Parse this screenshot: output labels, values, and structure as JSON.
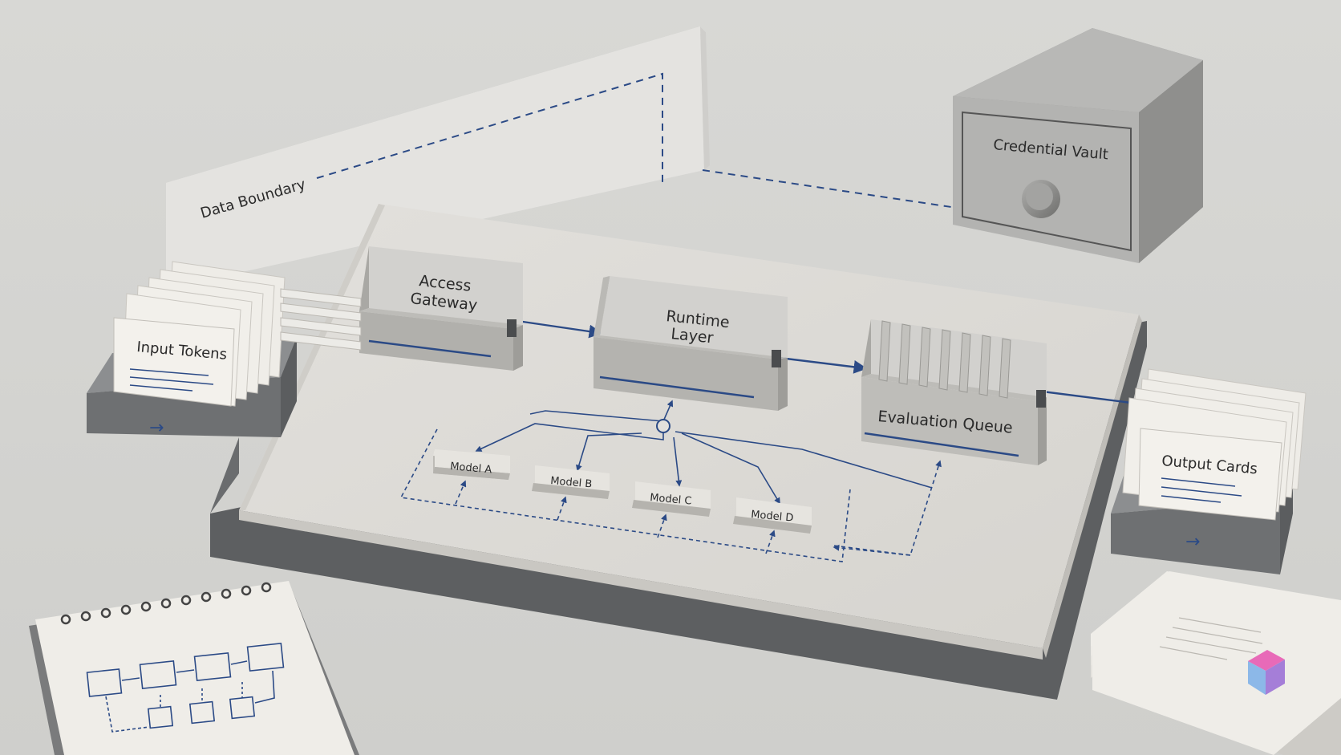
{
  "diagram": {
    "data_boundary": "Data Boundary",
    "credential_vault": "Credential Vault",
    "input_tokens": "Input Tokens",
    "access_gateway": [
      "Access",
      "Gateway"
    ],
    "runtime_layer": [
      "Runtime",
      "Layer"
    ],
    "evaluation_queue": "Evaluation Queue",
    "output_cards": "Output Cards",
    "models": [
      "Model A",
      "Model B",
      "Model C",
      "Model D"
    ]
  },
  "colors": {
    "background": "#d3d3d0",
    "connector": "#2b4a86",
    "block": "#c7c6c3",
    "board": "#dcdad5",
    "base": "#5d5f61"
  }
}
